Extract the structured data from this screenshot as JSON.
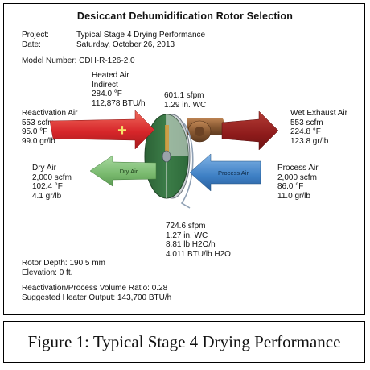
{
  "figure": {
    "title": "Desiccant Dehumidification Rotor Selection",
    "project_label": "Project:",
    "project_value": "Typical Stage 4 Drying Performance",
    "date_label": "Date:",
    "date_value": "Saturday, October 26, 2013",
    "model": "Model Number: CDH-R-126-2.0",
    "heated_air": [
      "Heated Air",
      "Indirect",
      "284.0 °F",
      "112,878 BTU/h"
    ],
    "top_flow": [
      "601.1 sfpm",
      "1.29 in. WC"
    ],
    "reactivation_air": [
      "Reactivation Air",
      "553 scfm",
      "95.0 °F",
      "99.0 gr/lb"
    ],
    "wet_exhaust_air": [
      "Wet Exhaust Air",
      "553 scfm",
      "224.8 °F",
      "123.8 gr/lb"
    ],
    "dry_air": [
      "Dry Air",
      "2,000 scfm",
      "102.4 °F",
      "4.1 gr/lb"
    ],
    "process_air": [
      "Process Air",
      "2,000 scfm",
      "86.0 °F",
      "11.0 gr/lb"
    ],
    "bottom_flow": [
      "724.6 sfpm",
      "1.27 in. WC",
      "8.81 lb H2O/h",
      "4.011 BTU/lb H2O"
    ],
    "arrow_dry_label": "Dry Air",
    "arrow_process_label": "Process Air",
    "heater_symbol": "+",
    "rotor_depth": "Rotor Depth:    190.5  mm",
    "elevation": "Elevation:       0 ft.",
    "volume_ratio": "Reactivation/Process Volume Ratio:  0.28",
    "heater_output": "Suggested Heater Output:  143,700 BTU/h"
  },
  "caption": "Figure 1: Typical Stage 4 Drying Performance",
  "colors": {
    "red_arrow": "#d7262a",
    "dark_red_arrow": "#8e1b1b",
    "green_arrow": "#79ba6e",
    "blue_arrow": "#3d7fc4",
    "rotor_green": "#3c7d48",
    "fan_brown": "#8a5a33"
  }
}
